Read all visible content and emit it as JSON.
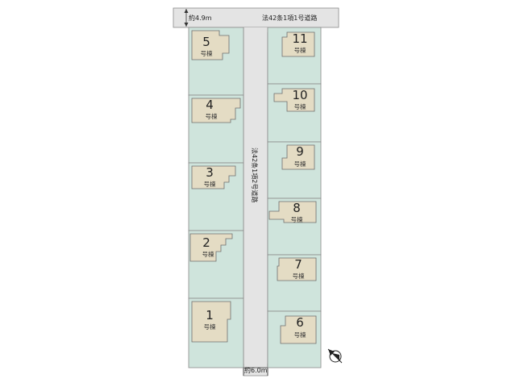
{
  "top_road": {
    "label": "法42条1項1号道路",
    "width_label": "約4.9m"
  },
  "center_road": {
    "label": "法42条1項2号道路",
    "width_label": "約6.0m"
  },
  "lots": [
    {
      "number": "5",
      "suffix": "号棟"
    },
    {
      "number": "4",
      "suffix": "号棟"
    },
    {
      "number": "3",
      "suffix": "号棟"
    },
    {
      "number": "2",
      "suffix": "号棟"
    },
    {
      "number": "1",
      "suffix": "号棟"
    },
    {
      "number": "11",
      "suffix": "号棟"
    },
    {
      "number": "10",
      "suffix": "号棟"
    },
    {
      "number": "9",
      "suffix": "号棟"
    },
    {
      "number": "8",
      "suffix": "号棟"
    },
    {
      "number": "7",
      "suffix": "号棟"
    },
    {
      "number": "6",
      "suffix": "号棟"
    }
  ],
  "icons": {
    "north": "north-arrow-icon"
  },
  "colors": {
    "lot_fill": "#cfe4dc",
    "house_fill": "#e4dcc4",
    "road_fill": "#e4e4e4"
  }
}
